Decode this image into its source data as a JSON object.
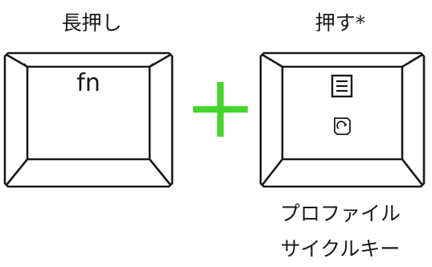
{
  "labels": {
    "long_press": "長押し",
    "press": "押す*"
  },
  "keys": {
    "fn_key_label": "fn",
    "profile_key_icons": [
      "list-menu-icon",
      "profile-cycle-icon"
    ]
  },
  "caption": {
    "line1": "プロファイル",
    "line2": "サイクルキー"
  },
  "colors": {
    "plus": "#44d62c",
    "outline": "#1a1a1a",
    "background": "#ffffff"
  }
}
